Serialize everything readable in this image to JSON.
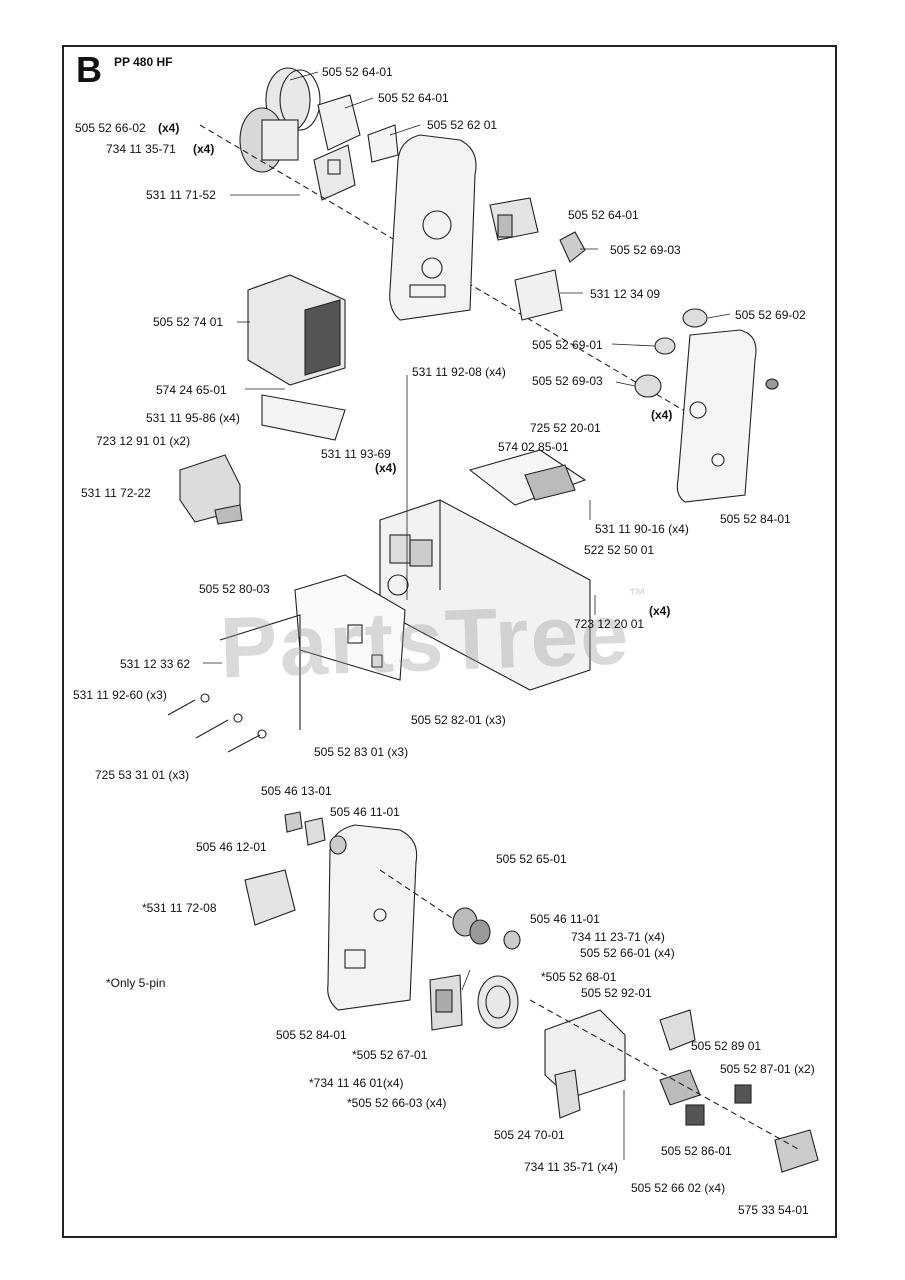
{
  "section_letter": "B",
  "model": "PP 480 HF",
  "watermark": "PartsTree",
  "watermark_mark": "™",
  "note": "*Only 5-pin",
  "doc_number": "575 33 54-01",
  "labels": [
    "505 52 64-01",
    "505 52 64-01",
    "505 52 66-02",
    "(x4)",
    "505 52 62 01",
    "734 11 35-71",
    "(x4)",
    "531 11 71-52",
    "505 52 64-01",
    "505 52 69-03",
    "531 12 34 09",
    "505 52 69-02",
    "505 52 74 01",
    "505 52 69-01",
    "505 52 69-03",
    "(x4)",
    "574 24 65-01",
    "531 11 92-08 (x4)",
    "531 11 95-86 (x4)",
    "725 52 20-01",
    "723 12 91 01 (x2)",
    "531 11 93-69",
    "(x4)",
    "574 02 85-01",
    "531 11 72-22",
    "531 11 90-16 (x4)",
    "505 52 84-01",
    "522 52 50 01",
    "505 52 80-03",
    "(x4)",
    "723 12 20 01",
    "531 12 33 62",
    "531 11 92-60 (x3)",
    "505 52 82-01 (x3)",
    "505 52 83 01 (x3)",
    "725 53 31 01 (x3)",
    "505 46 13-01",
    "505 46 11-01",
    "505 46 12-01",
    "505 52 65-01",
    "*531 11 72-08",
    "505 46 11-01",
    "734 11 23-71 (x4)",
    "505 52 66-01 (x4)",
    "*505 52 68-01",
    "505 52 92-01",
    "505 52 84-01",
    "505 52 89 01",
    "*505 52 67-01",
    "505 52 87-01 (x2)",
    "*734 11 46 01(x4)",
    "*505 52 66-03 (x4)",
    "505 24 70-01",
    "505 52 86-01",
    "734 11 35-71 (x4)",
    "505 52 66 02 (x4)"
  ]
}
